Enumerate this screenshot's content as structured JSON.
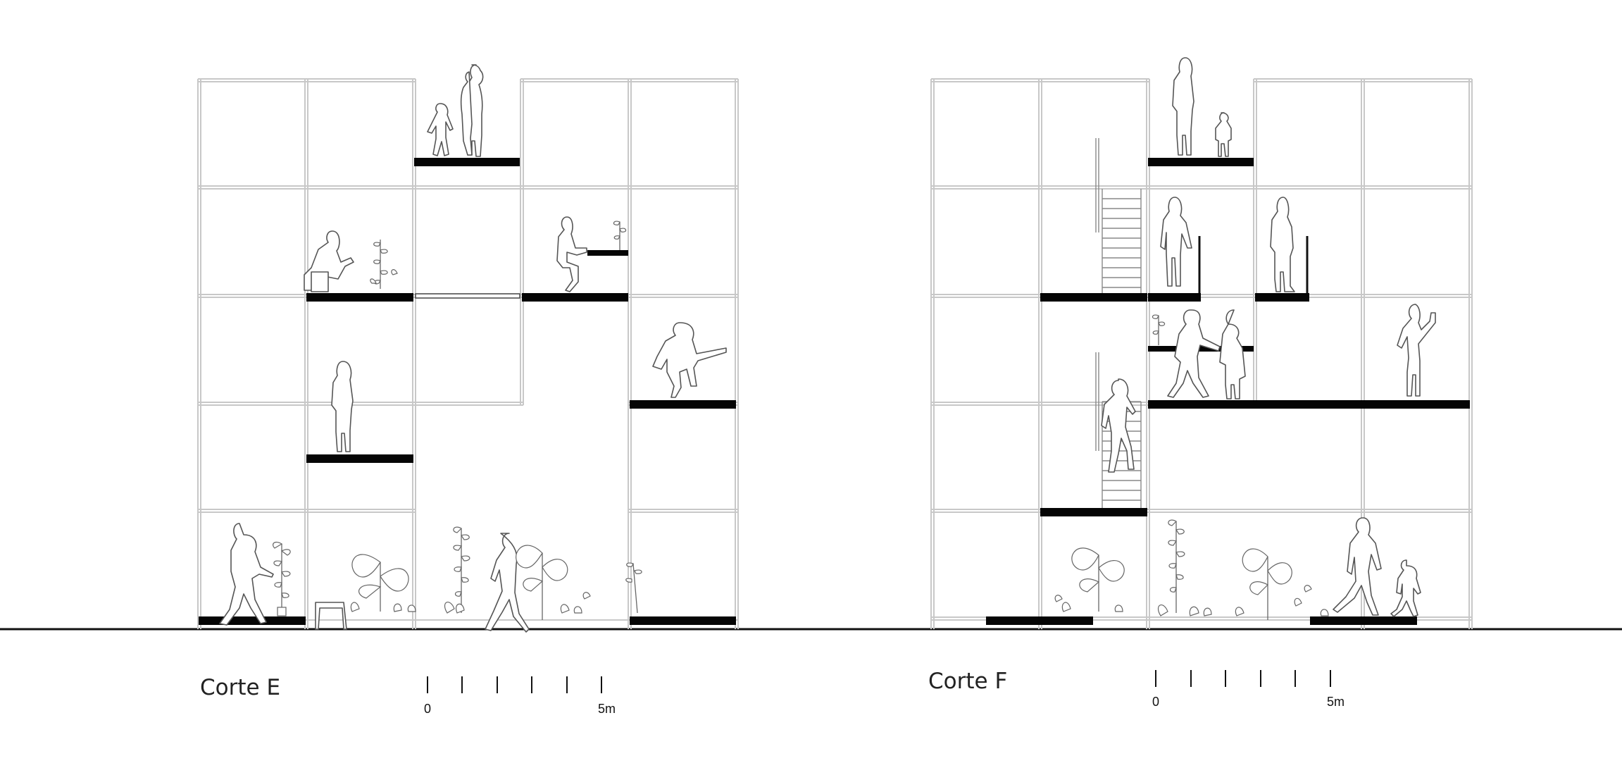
{
  "sections": [
    {
      "title": "Corte E",
      "scale": {
        "start_label": "0",
        "end_label": "5m"
      }
    },
    {
      "title": "Corte F",
      "scale": {
        "start_label": "0",
        "end_label": "5m"
      }
    }
  ],
  "colors": {
    "grid_lines": "#c8c8c8",
    "slabs": "#050505",
    "figures_outline": "#555555",
    "ground_line": "#111111",
    "background": "#ffffff"
  }
}
